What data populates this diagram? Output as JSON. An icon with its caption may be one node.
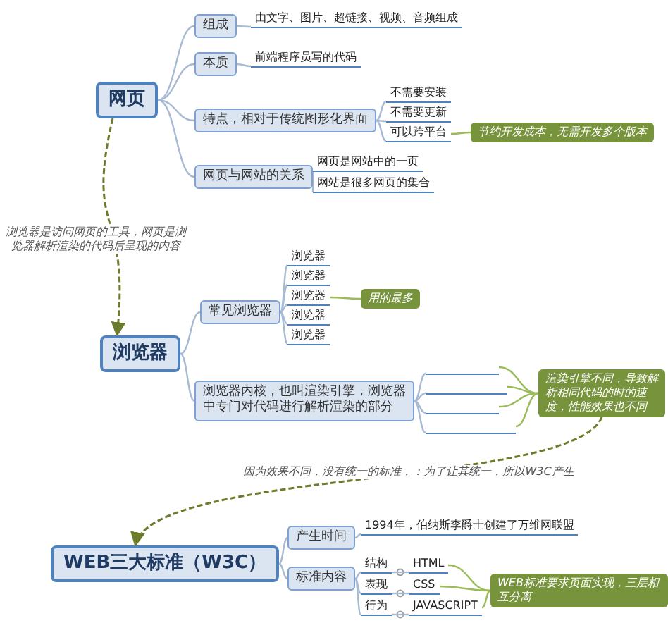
{
  "diagram": {
    "nodes": [
      {
        "text": [
          "网页"
        ]
      },
      {
        "text": [
          "组成"
        ]
      },
      {
        "text": [
          "由文字、图片、超链接、视频、音频组成"
        ]
      },
      {
        "text": [
          "本质"
        ]
      },
      {
        "text": [
          "前端程序员写的代码"
        ]
      },
      {
        "text": [
          "特点，相对于传统图形化界面"
        ]
      },
      {
        "text": [
          "不需要安装"
        ]
      },
      {
        "text": [
          "不需要更新"
        ]
      },
      {
        "text": [
          "可以跨平台"
        ]
      },
      {
        "text": [
          "节约开发成本，无需开发多个版本"
        ]
      },
      {
        "text": [
          "网页与网站的关系"
        ]
      },
      {
        "text": [
          "网页是网站中的一页"
        ]
      },
      {
        "text": [
          "网站是很多网页的集合"
        ]
      },
      {
        "text": [
          "浏览器"
        ]
      },
      {
        "text": [
          "常见浏览器"
        ]
      },
      {
        "text": [
          "浏览器"
        ]
      },
      {
        "text": [
          "浏览器"
        ]
      },
      {
        "text": [
          "浏览器"
        ]
      },
      {
        "text": [
          "浏览器"
        ]
      },
      {
        "text": [
          "浏览器"
        ]
      },
      {
        "text": [
          "用的最多"
        ]
      },
      {
        "text": [
          "浏览器内核，也叫渲染引擎，浏览器中专门对代码进行解析渲染的部分"
        ]
      },
      {
        "text": [],
        "shape": "box"
      },
      {
        "text": [],
        "shape": "box"
      },
      {
        "text": [],
        "shape": "box"
      },
      {
        "text": [],
        "shape": "box"
      },
      {
        "text": [
          "渲染引擎不同，导致解析相同代码的时的速度，性能效果也不同"
        ]
      },
      {
        "text": [
          "WEB三大标准（W3C）"
        ]
      },
      {
        "text": [
          "产生时间"
        ]
      },
      {
        "text": [
          "1994年，伯纳斯李爵士创建了万维网联盟"
        ]
      },
      {
        "text": [
          "标准内容"
        ]
      },
      {
        "text": [
          "结构"
        ]
      },
      {
        "text": [
          "HTML"
        ]
      },
      {
        "text": [
          "表现"
        ]
      },
      {
        "text": [
          "CSS"
        ]
      },
      {
        "text": [
          "行为"
        ]
      },
      {
        "text": [
          "JAVASCRIPT"
        ]
      },
      {
        "text": [
          "WEB标准要求页面实现，三层相互分离"
        ]
      }
    ],
    "edges": [
      {
        "from": 0,
        "to": 1,
        "arrow": "none"
      },
      {
        "from": 1,
        "to": 2,
        "arrow": "none"
      },
      {
        "from": 0,
        "to": 3,
        "arrow": "none"
      },
      {
        "from": 3,
        "to": 4,
        "arrow": "none"
      },
      {
        "from": 0,
        "to": 5,
        "arrow": "none"
      },
      {
        "from": 5,
        "to": 6,
        "arrow": "none"
      },
      {
        "from": 5,
        "to": 7,
        "arrow": "none"
      },
      {
        "from": 5,
        "to": 8,
        "arrow": "none"
      },
      {
        "from": 8,
        "to": 9,
        "arrow": "none",
        "color": "#9bbb59"
      },
      {
        "from": 0,
        "to": 10,
        "arrow": "none"
      },
      {
        "from": 10,
        "to": 11,
        "arrow": "none"
      },
      {
        "from": 10,
        "to": 12,
        "arrow": "none"
      },
      {
        "from": 0,
        "to": 13,
        "arrow": "to",
        "label": "浏览器是访问网页的工具，网页是浏览器解析渲染的代码后呈现的内容",
        "style": "dashed",
        "color": "#6b7d2a"
      },
      {
        "from": 13,
        "to": 14,
        "arrow": "none"
      },
      {
        "from": 14,
        "to": 15,
        "arrow": "none"
      },
      {
        "from": 14,
        "to": 16,
        "arrow": "none"
      },
      {
        "from": 14,
        "to": 17,
        "arrow": "none"
      },
      {
        "from": 14,
        "to": 18,
        "arrow": "none"
      },
      {
        "from": 14,
        "to": 19,
        "arrow": "none"
      },
      {
        "from": 17,
        "to": 20,
        "arrow": "none",
        "color": "#9bbb59"
      },
      {
        "from": 13,
        "to": 21,
        "arrow": "none"
      },
      {
        "from": 21,
        "to": 22,
        "arrow": "none"
      },
      {
        "from": 21,
        "to": 23,
        "arrow": "none"
      },
      {
        "from": 21,
        "to": 24,
        "arrow": "none"
      },
      {
        "from": 21,
        "to": 25,
        "arrow": "none"
      },
      {
        "from": 22,
        "to": 26,
        "arrow": "none",
        "color": "#9bbb59"
      },
      {
        "from": 23,
        "to": 26,
        "arrow": "none",
        "color": "#9bbb59"
      },
      {
        "from": 24,
        "to": 26,
        "arrow": "none",
        "color": "#9bbb59"
      },
      {
        "from": 25,
        "to": 26,
        "arrow": "none",
        "color": "#9bbb59"
      },
      {
        "from": 26,
        "to": 27,
        "arrow": "to",
        "label": "因为效果不同，没有统一的标准，：为了让其统一，所以W3C产生",
        "style": "dashed",
        "color": "#6b7d2a"
      },
      {
        "from": 27,
        "to": 28,
        "arrow": "none"
      },
      {
        "from": 28,
        "to": 29,
        "arrow": "none"
      },
      {
        "from": 27,
        "to": 30,
        "arrow": "none"
      },
      {
        "from": 30,
        "to": 31,
        "arrow": "none"
      },
      {
        "from": 31,
        "to": 32,
        "arrow": "none"
      },
      {
        "from": 30,
        "to": 33,
        "arrow": "none"
      },
      {
        "from": 33,
        "to": 34,
        "arrow": "none"
      },
      {
        "from": 30,
        "to": 35,
        "arrow": "none"
      },
      {
        "from": 35,
        "to": 36,
        "arrow": "none"
      },
      {
        "from": 32,
        "to": 37,
        "arrow": "none",
        "color": "#9bbb59"
      },
      {
        "from": 34,
        "to": 37,
        "arrow": "none",
        "color": "#9bbb59"
      },
      {
        "from": 36,
        "to": 37,
        "arrow": "none",
        "color": "#9bbb59"
      }
    ]
  }
}
